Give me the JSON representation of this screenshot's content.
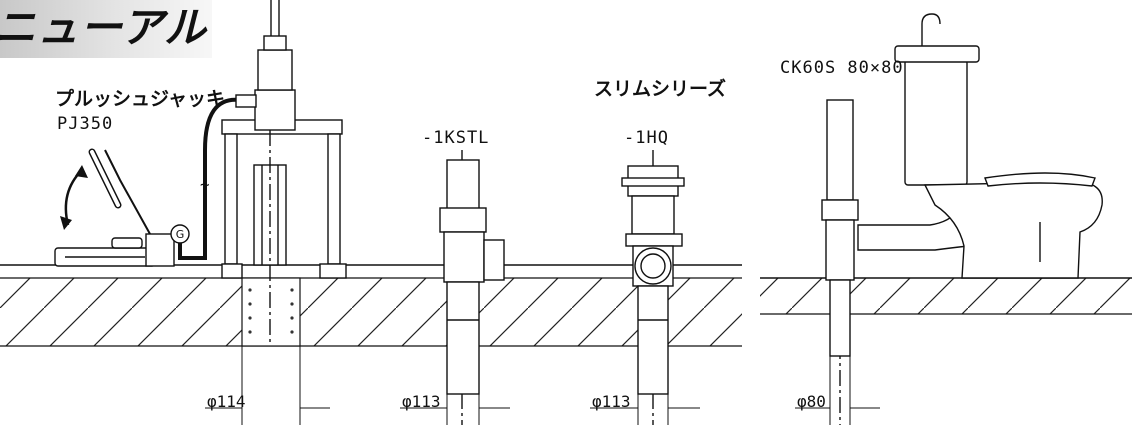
{
  "title": "ニューアル",
  "labels": {
    "jack_name": "プルッシュジャッキ",
    "jack_model": "PJ350",
    "slim_series": "スリムシリーズ",
    "toilet_model": "CK60S 80×80",
    "fitting_1kstl": "-1KSTL",
    "fitting_1hq": "-1HQ",
    "gauge": "G",
    "break_mark": "~"
  },
  "dimensions": {
    "d1": "φ114",
    "d2": "φ113",
    "d3": "φ113",
    "d4": "φ80"
  }
}
